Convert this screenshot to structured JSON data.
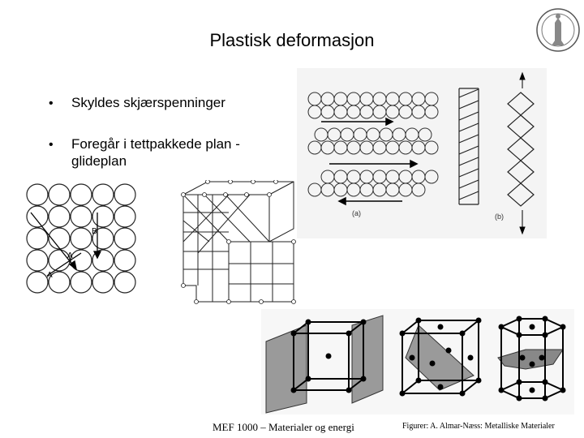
{
  "slide": {
    "title": "Plastisk deformasjon",
    "bullets": [
      {
        "marker": "•",
        "text": "Skyldes skjærspenninger"
      },
      {
        "marker": "•",
        "text": "Foregår i tettpakkede plan - glideplan"
      }
    ],
    "footer_center": "MEF 1000 – Materialer og energi",
    "footer_right": "Figurer: A. Almar-Næss: Metalliske Materialer",
    "figure_labels": {
      "a": "(a)",
      "b": "(b)",
      "A": "A",
      "B": "B"
    }
  }
}
